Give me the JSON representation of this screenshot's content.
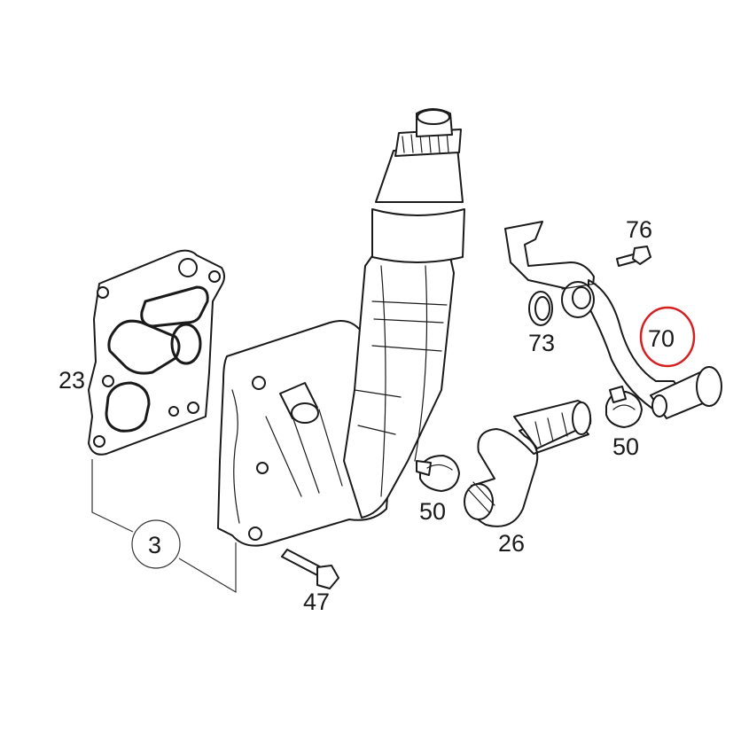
{
  "callouts": {
    "c23": "23",
    "c3": "3",
    "c47": "47",
    "c50a": "50",
    "c26": "26",
    "c50b": "50",
    "c73": "73",
    "c70": "70",
    "c76": "76"
  },
  "highlight": {
    "color": "#d42020",
    "label": "70"
  }
}
